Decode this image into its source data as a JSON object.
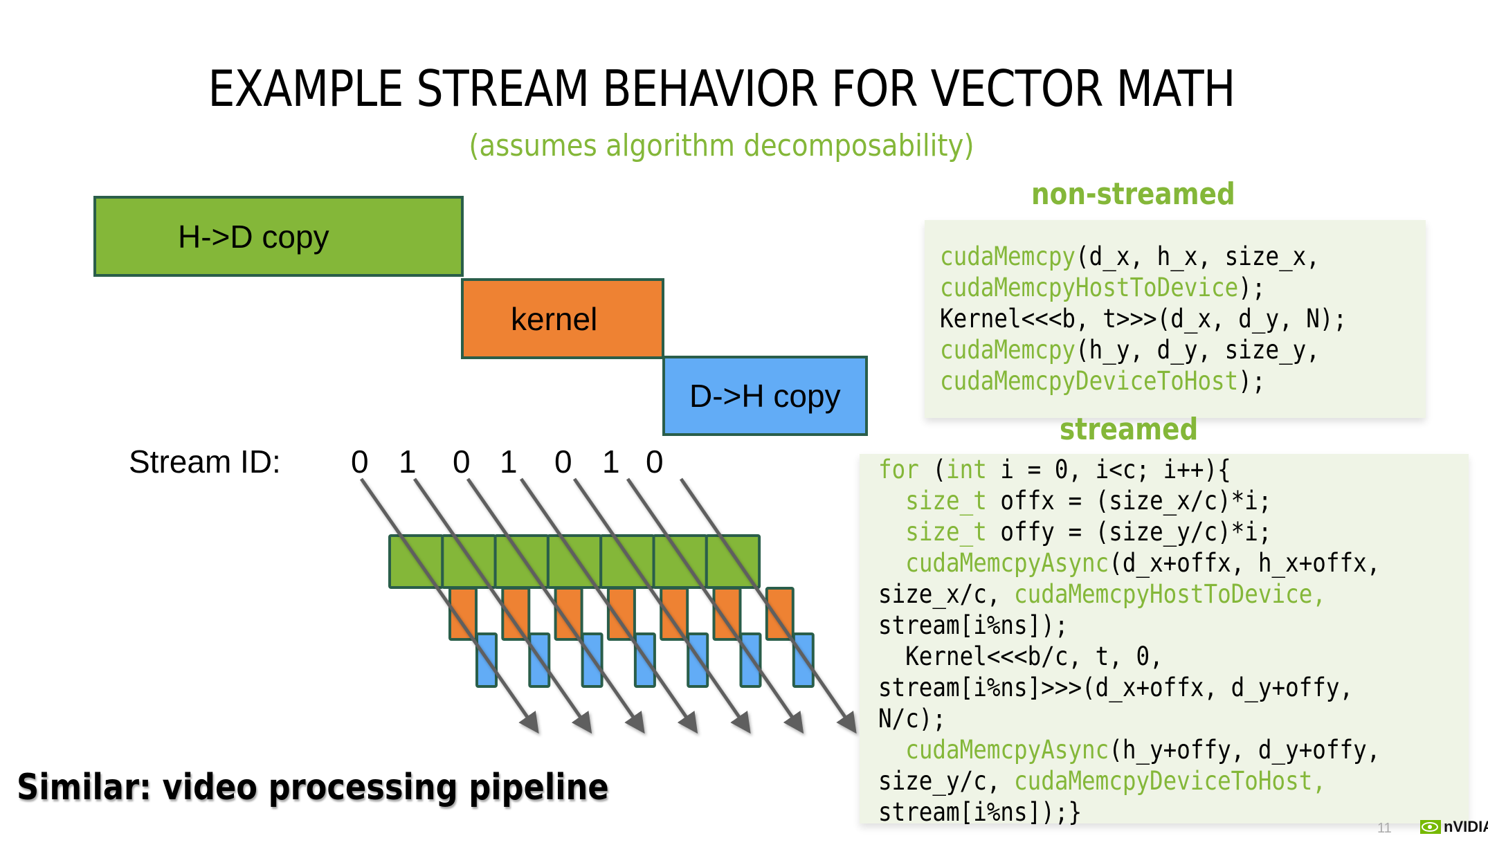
{
  "slide": {
    "title": "EXAMPLE STREAM BEHAVIOR FOR VECTOR MATH",
    "subtitle": "(assumes algorithm decomposability)",
    "footer": "Similar: video processing pipeline",
    "page_number": "11",
    "logo_text": "nVIDIA"
  },
  "colors": {
    "accent_green": "#84b739",
    "kernel_orange": "#ee8233",
    "copy_blue": "#62acf6",
    "box_border": "#2a5e4a",
    "arrow_gray": "#5f5f5f",
    "code_bg": "#eff4e6"
  },
  "diagram": {
    "stages": [
      {
        "label": "H->D copy",
        "color": "#84b739"
      },
      {
        "label": "kernel",
        "color": "#ee8233"
      },
      {
        "label": "D->H copy",
        "color": "#62acf6"
      }
    ],
    "stream_label": "Stream ID:",
    "stream_ids": [
      "0",
      "1",
      "0",
      "1",
      "0",
      "1",
      "0"
    ],
    "chunk_count": 7
  },
  "non_streamed": {
    "heading": "non-streamed",
    "lines": [
      [
        {
          "t": "cudaMemcpy",
          "k": true
        },
        {
          "t": "(d_x, h_x, size_x,",
          "k": false
        }
      ],
      [
        {
          "t": "cudaMemcpyHostToDevice",
          "k": true
        },
        {
          "t": ");",
          "k": false
        }
      ],
      [
        {
          "t": "Kernel<<<b, t>>>(d_x, d_y, N);",
          "k": false
        }
      ],
      [
        {
          "t": "cudaMemcpy",
          "k": true
        },
        {
          "t": "(h_y, d_y, size_y,",
          "k": false
        }
      ],
      [
        {
          "t": "cudaMemcpyDeviceToHost",
          "k": true
        },
        {
          "t": ");",
          "k": false
        }
      ]
    ]
  },
  "streamed": {
    "heading": "streamed",
    "lines": [
      [
        {
          "t": "for",
          "k": true
        },
        {
          "t": " (",
          "k": false
        },
        {
          "t": "int",
          "k": true
        },
        {
          "t": " i = 0, i<c; i++){",
          "k": false
        }
      ],
      [
        {
          "t": "  ",
          "k": false
        },
        {
          "t": "size_t",
          "k": true
        },
        {
          "t": " offx = (size_x/c)*i;",
          "k": false
        }
      ],
      [
        {
          "t": "  ",
          "k": false
        },
        {
          "t": "size_t",
          "k": true
        },
        {
          "t": " offy = (size_y/c)*i;",
          "k": false
        }
      ],
      [
        {
          "t": "  ",
          "k": false
        },
        {
          "t": "cudaMemcpyAsync",
          "k": true
        },
        {
          "t": "(d_x+offx, h_x+offx,",
          "k": false
        }
      ],
      [
        {
          "t": "size_x/c, ",
          "k": false
        },
        {
          "t": "cudaMemcpyHostToDevice,",
          "k": true
        }
      ],
      [
        {
          "t": "stream[i%ns]);",
          "k": false
        }
      ],
      [
        {
          "t": "  Kernel<<<b/c, t, 0,",
          "k": false
        }
      ],
      [
        {
          "t": "stream[i%ns]>>>(d_x+offx, d_y+offy,",
          "k": false
        }
      ],
      [
        {
          "t": "N/c);",
          "k": false
        }
      ],
      [
        {
          "t": "  ",
          "k": false
        },
        {
          "t": "cudaMemcpyAsync",
          "k": true
        },
        {
          "t": "(h_y+offy, d_y+offy,",
          "k": false
        }
      ],
      [
        {
          "t": "size_y/c, ",
          "k": false
        },
        {
          "t": "cudaMemcpyDeviceToHost,",
          "k": true
        }
      ],
      [
        {
          "t": "stream[i%ns]);}",
          "k": false
        }
      ]
    ]
  }
}
